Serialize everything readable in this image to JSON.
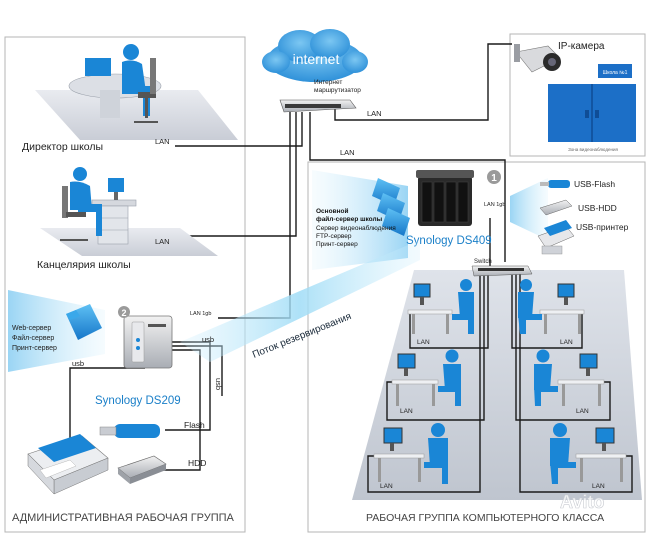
{
  "cloud": {
    "label": "internet"
  },
  "router": {
    "label_line1": "Интернет",
    "label_line2": "маршрутизатор"
  },
  "ip_camera": {
    "title": "IP-камера",
    "sign": "Школа №1",
    "caption": "Зона видеонаблюдения"
  },
  "lan_labels": {
    "director": "LAN",
    "office": "LAN",
    "camera": "LAN",
    "ds409": "LAN",
    "ds409_port": "LAN 1gb",
    "ds209_port": "LAN 1gb",
    "desk_1": "LAN",
    "desk_2": "LAN",
    "desk_3": "LAN",
    "desk_4": "LAN",
    "desk_5": "LAN",
    "desk_6": "LAN"
  },
  "rooms": {
    "director": "Директор школы",
    "office": "Канцелярия школы"
  },
  "ds409": {
    "badge": "1",
    "name": "Synology DS409",
    "roles": [
      "Основной",
      "файл-сервер школы",
      "Сервер видеонаблюдения",
      "FTP-сервер",
      "Принт-сервер"
    ]
  },
  "ds409_usb": [
    "USB-Flash",
    "USB-HDD",
    "USB-принтер"
  ],
  "switch": {
    "label": "Switch"
  },
  "ds209": {
    "badge": "2",
    "name": "Synology DS209",
    "roles": [
      "Web-сервер",
      "Файл-сервер",
      "Принт-сервер"
    ],
    "port_usb_1": "usb",
    "port_usb_2": "usb",
    "port_usb_3": "usb",
    "flash": "Flash",
    "hdd": "HDD"
  },
  "backup_stream": "Поток резервирования",
  "groups": {
    "admin": "АДМИНИСТРАТИВНАЯ РАБОЧАЯ ГРУППА",
    "computer_class": "РАБОЧАЯ ГРУППА КОМПЬЮТЕРНОГО КЛАССА"
  },
  "watermark": "Avito",
  "colors": {
    "accent_blue": "#1f8fd8",
    "person_blue": "#1a86d6",
    "floor_gray": "#d4d8e0",
    "line": "#1a1a1a",
    "text_blue": "#1a7fc8"
  }
}
